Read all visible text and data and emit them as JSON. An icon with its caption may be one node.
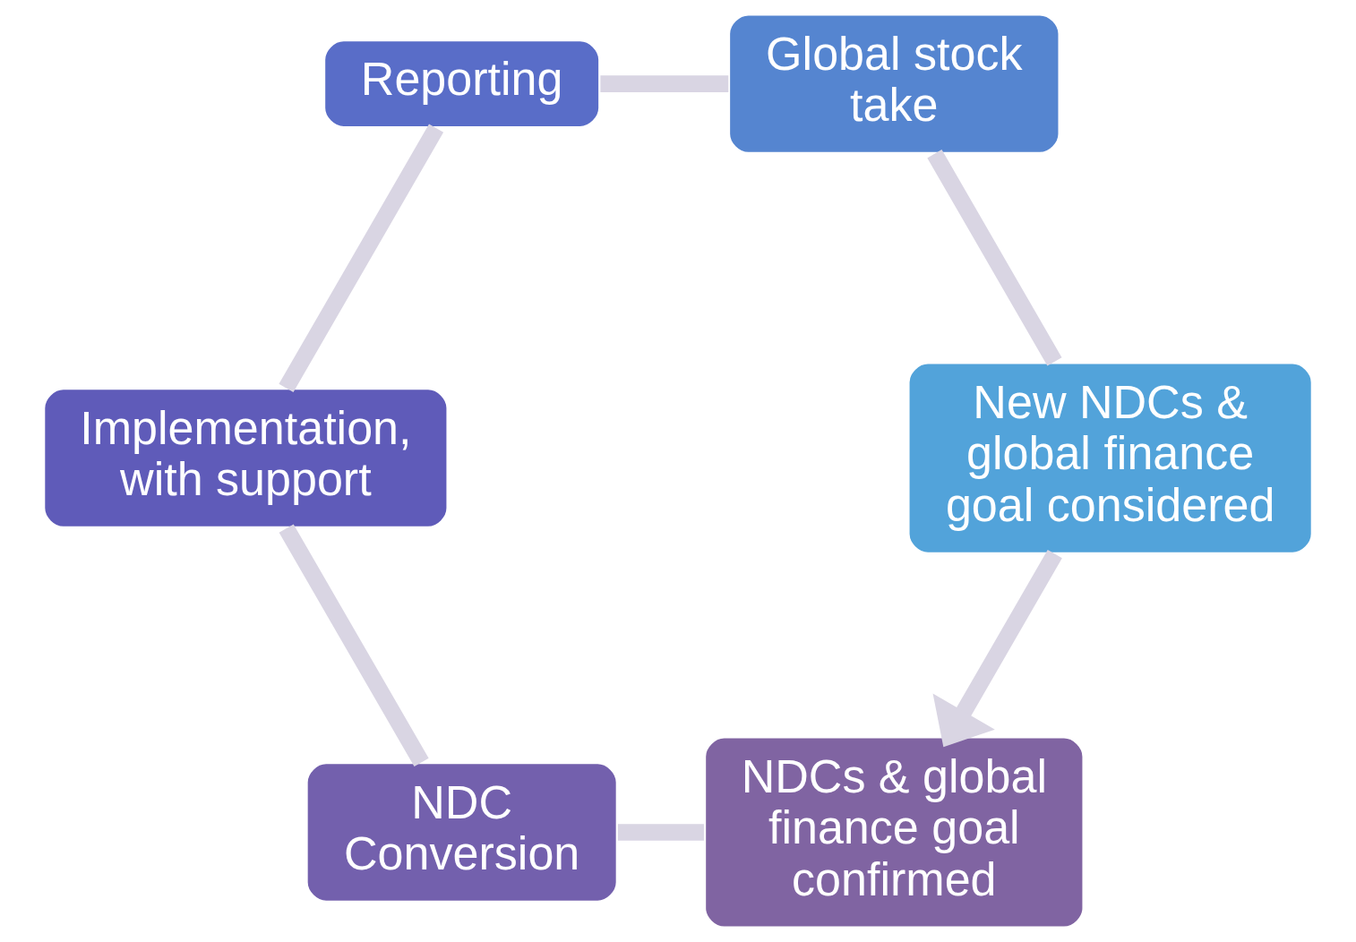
{
  "diagram": {
    "nodes": [
      {
        "text": [
          "NDCs & global finance goal confirmed"
        ]
      },
      {
        "text": [
          "NDC Conversion"
        ]
      },
      {
        "text": [
          "Implementation, with support"
        ]
      },
      {
        "text": [
          "Reporting"
        ]
      },
      {
        "text": [
          "Global stock take"
        ]
      },
      {
        "text": [
          "New NDCs & global finance goal considered"
        ]
      }
    ],
    "edges": [
      {
        "from": 0,
        "to": 1,
        "arrow": "none"
      },
      {
        "from": 1,
        "to": 2,
        "arrow": "none"
      },
      {
        "from": 2,
        "to": 3,
        "arrow": "none"
      },
      {
        "from": 3,
        "to": 4,
        "arrow": "none"
      },
      {
        "from": 4,
        "to": 5,
        "arrow": "none"
      },
      {
        "from": 5,
        "to": 0,
        "arrow": "to"
      }
    ]
  }
}
